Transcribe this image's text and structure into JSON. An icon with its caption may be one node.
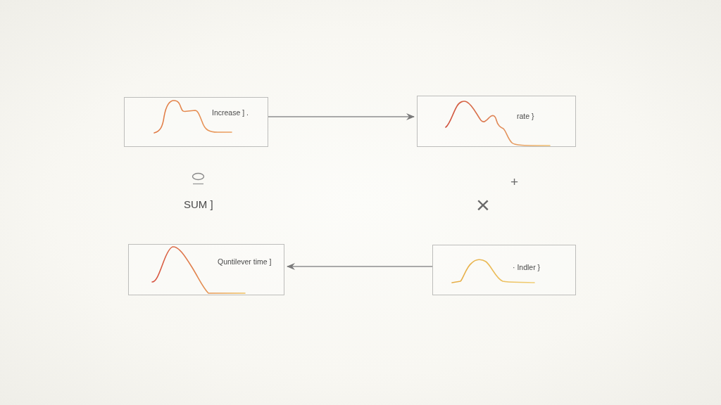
{
  "diagram": {
    "nodes": [
      {
        "text": [
          "Increase ] ."
        ]
      },
      {
        "text": [
          "rate }"
        ]
      },
      {
        "text": [
          "Quntilever time ]"
        ]
      },
      {
        "text": [
          "· Indler }"
        ]
      }
    ],
    "edges": [
      {
        "from": 0,
        "to": 1,
        "arrow": "to"
      },
      {
        "from": 3,
        "to": 2,
        "arrow": "to"
      }
    ],
    "labels": [
      "SUM ]",
      "+",
      "×"
    ]
  }
}
